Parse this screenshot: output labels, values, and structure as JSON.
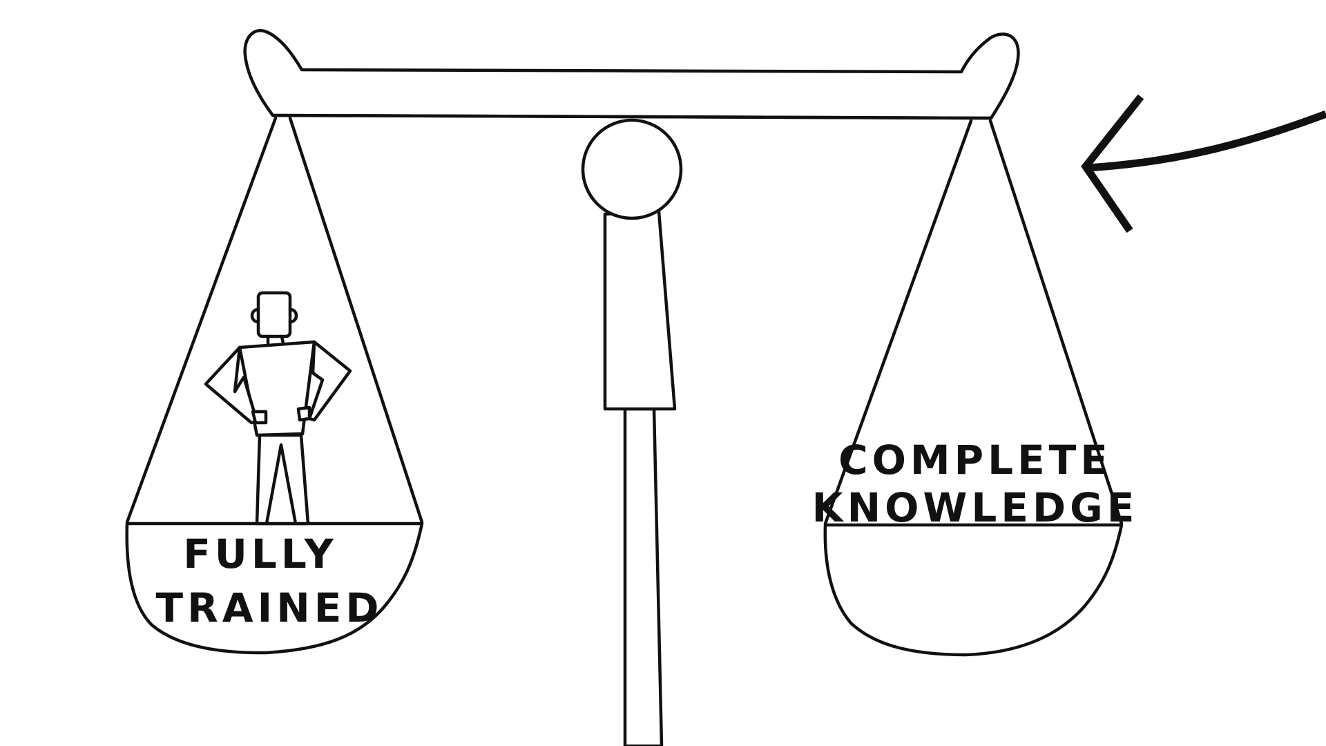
{
  "diagram": {
    "left_pan": {
      "label_line1": "FULLY",
      "label_line2": "TRAINED"
    },
    "right_pan": {
      "label_line1": "COMPLETE",
      "label_line2": "KNOWLEDGE"
    },
    "colors": {
      "ink": "#111111",
      "background": "#ffffff"
    }
  }
}
